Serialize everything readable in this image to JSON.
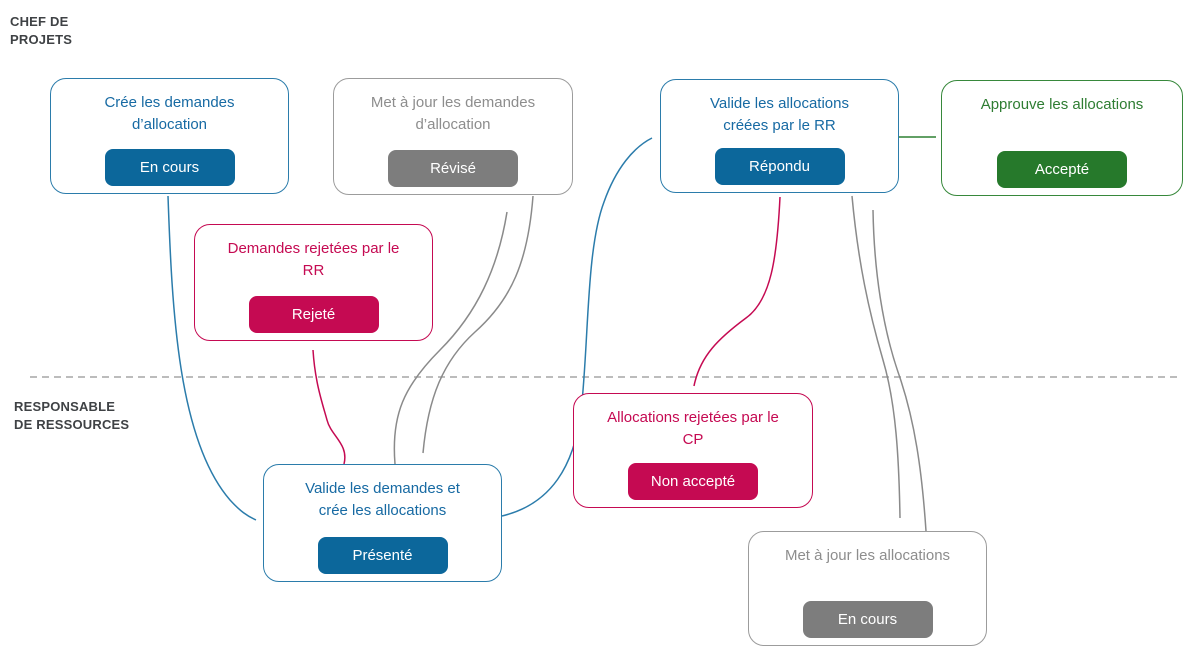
{
  "lanes": [
    {
      "label": "CHEF DE\nPROJETS"
    },
    {
      "label": "RESPONSABLE\nDE RESSOURCES"
    }
  ],
  "boxes": [
    {
      "title": "Crée les demandes\nd’allocation",
      "badge": "En cours",
      "status": "blue"
    },
    {
      "title": "Met à jour les demandes\nd’allocation",
      "badge": "Révisé",
      "status": "gray"
    },
    {
      "title": "Valide les allocations\ncréées par le RR",
      "badge": "Répondu",
      "status": "blue"
    },
    {
      "title": "Approuve les allocations",
      "badge": "Accepté",
      "status": "green"
    },
    {
      "title": "Demandes rejetées par le\nRR",
      "badge": "Rejeté",
      "status": "crimson"
    },
    {
      "title": "Valide les demandes et\ncrée les allocations",
      "badge": "Présenté",
      "status": "blue"
    },
    {
      "title": "Allocations rejetées par le\nCP",
      "badge": "Non accepté",
      "status": "crimson"
    },
    {
      "title": "Met à jour les allocations",
      "badge": "En cours",
      "status": "gray"
    }
  ],
  "palette": {
    "blue-border": "#2b7cab",
    "blue-text": "#176aa3",
    "blue-badge": "#0c679b",
    "gray-border": "#9c9c9c",
    "gray-text": "#8d8d8d",
    "gray-badge": "#7d7d7d",
    "gray-line": "#8a8a8a",
    "crimson": "#c50a52",
    "green-border": "#37883b",
    "green-text": "#2e7d32",
    "green-badge": "#26792b",
    "green-line": "#2f8132",
    "heading": "#3f4245",
    "separator": "#a6a6a6",
    "canvas": "#ffffff"
  }
}
